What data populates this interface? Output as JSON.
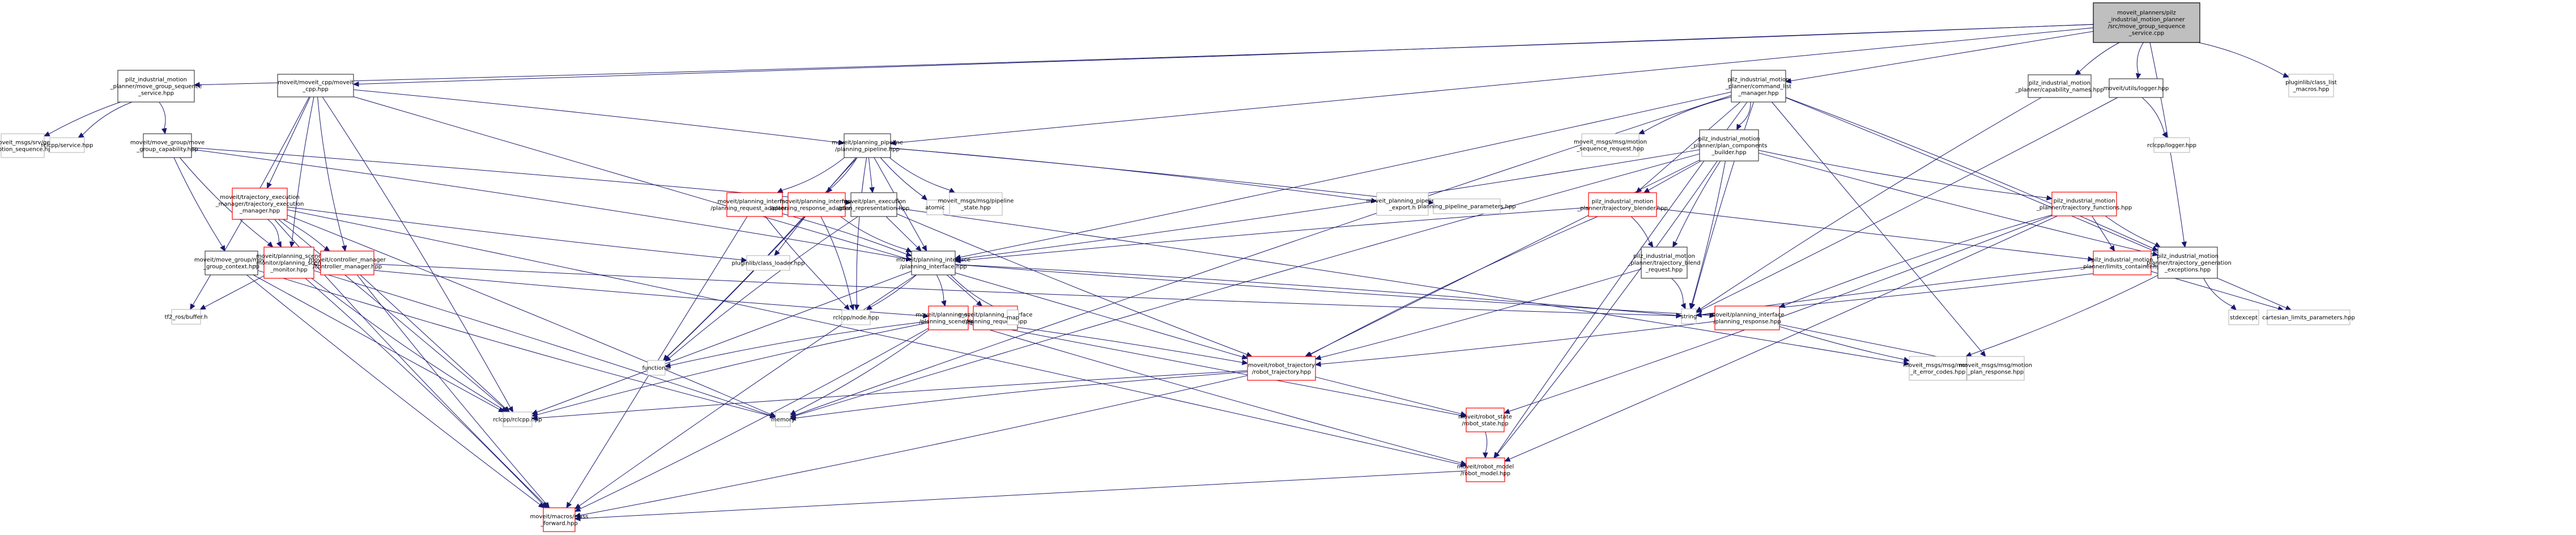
{
  "title": "Include dependency graph for move_group_sequence_service.cpp",
  "colors": {
    "edge": "#191970",
    "root_fill": "#bfbfbf",
    "red_border": "#ff0000",
    "gray_border": "#bfbfbf",
    "normal_border": "#404040"
  },
  "nodes": [
    {
      "id": "root",
      "kind": "root",
      "label": [
        "moveit_planners/pilz",
        "_industrial_motion_planner",
        "/src/move_group_sequence",
        "_service.cpp"
      ]
    },
    {
      "id": "mgss",
      "kind": "normal",
      "label": [
        "pilz_industrial_motion",
        "_planner/move_group_sequence",
        "_service.hpp"
      ]
    },
    {
      "id": "moveit_cpp",
      "kind": "normal",
      "label": [
        "moveit/moveit_cpp/moveit",
        "_cpp.hpp"
      ]
    },
    {
      "id": "cmd_list",
      "kind": "normal",
      "label": [
        "pilz_industrial_motion",
        "_planner/command_list",
        "_manager.hpp"
      ]
    },
    {
      "id": "cap_names",
      "kind": "normal",
      "label": [
        "pilz_industrial_motion",
        "_planner/capability_names.hpp"
      ]
    },
    {
      "id": "logger",
      "kind": "normal",
      "label": [
        "moveit/utils/logger.hpp"
      ]
    },
    {
      "id": "class_list",
      "kind": "gray",
      "label": [
        "pluginlib/class_list",
        "_macros.hpp"
      ]
    },
    {
      "id": "get_motion_seq",
      "kind": "gray",
      "label": [
        "moveit_msgs/srv/get",
        "_motion_sequence.hpp"
      ]
    },
    {
      "id": "service",
      "kind": "gray",
      "label": [
        "rclcpp/service.hpp"
      ]
    },
    {
      "id": "mg_cap",
      "kind": "normal",
      "label": [
        "moveit/move_group/move",
        "_group_capability.hpp"
      ]
    },
    {
      "id": "pp",
      "kind": "normal",
      "label": [
        "moveit/planning_pipeline",
        "/planning_pipeline.hpp"
      ]
    },
    {
      "id": "motion_seq_req",
      "kind": "gray",
      "label": [
        "moveit_msgs/msg/motion",
        "_sequence_request.hpp"
      ]
    },
    {
      "id": "pcb",
      "kind": "normal",
      "label": [
        "pilz_industrial_motion",
        "_planner/plan_components",
        "_builder.hpp"
      ]
    },
    {
      "id": "rclcpp_logger",
      "kind": "gray",
      "label": [
        "rclcpp/logger.hpp"
      ]
    },
    {
      "id": "tem",
      "kind": "red",
      "label": [
        "moveit/trajectory_execution",
        "_manager/trajectory_execution",
        "_manager.hpp"
      ]
    },
    {
      "id": "req_adapter",
      "kind": "red",
      "label": [
        "moveit/planning_interface",
        "/planning_request_adapter.hpp"
      ]
    },
    {
      "id": "resp_adapter",
      "kind": "red",
      "label": [
        "moveit/planning_interface",
        "/planning_response_adapter.hpp"
      ]
    },
    {
      "id": "plan_repr",
      "kind": "normal",
      "label": [
        "moveit/plan_execution",
        "/plan_representation.hpp"
      ]
    },
    {
      "id": "atomic",
      "kind": "gray",
      "label": [
        "atomic"
      ]
    },
    {
      "id": "pipeline_state",
      "kind": "gray",
      "label": [
        "moveit_msgs/msg/pipeline",
        "_state.hpp"
      ]
    },
    {
      "id": "pp_export",
      "kind": "gray",
      "label": [
        "moveit_planning_pipeline",
        "_export.h"
      ]
    },
    {
      "id": "pp_params",
      "kind": "gray",
      "label": [
        "planning_pipeline_parameters.hpp"
      ]
    },
    {
      "id": "traj_blender",
      "kind": "red",
      "label": [
        "pilz_industrial_motion",
        "_planner/trajectory_blender.hpp"
      ]
    },
    {
      "id": "traj_funcs",
      "kind": "red",
      "label": [
        "pilz_industrial_motion",
        "_planner/trajectory_functions.hpp"
      ]
    },
    {
      "id": "mg_context",
      "kind": "normal",
      "label": [
        "moveit/move_group/move",
        "_group_context.hpp"
      ]
    },
    {
      "id": "psm",
      "kind": "red",
      "label": [
        "moveit/planning_scene",
        "_monitor/planning_scene",
        "_monitor.hpp"
      ]
    },
    {
      "id": "ctrl_mgr",
      "kind": "red",
      "label": [
        "moveit/controller_manager",
        "/controller_manager.hpp"
      ]
    },
    {
      "id": "class_loader",
      "kind": "gray",
      "label": [
        "pluginlib/class_loader.hpp"
      ]
    },
    {
      "id": "pi",
      "kind": "normal",
      "label": [
        "moveit/planning_interface",
        "/planning_interface.hpp"
      ]
    },
    {
      "id": "blend_req",
      "kind": "normal",
      "label": [
        "pilz_industrial_motion",
        "_planner/trajectory_blend",
        "_request.hpp"
      ]
    },
    {
      "id": "limits",
      "kind": "red",
      "label": [
        "pilz_industrial_motion",
        "_planner/limits_container.hpp"
      ]
    },
    {
      "id": "tg_exc",
      "kind": "normal",
      "label": [
        "pilz_industrial_motion",
        "_planner/trajectory_generation",
        "_exceptions.hpp"
      ]
    },
    {
      "id": "tf2",
      "kind": "gray",
      "label": [
        "tf2_ros/buffer.h"
      ]
    },
    {
      "id": "node_hpp",
      "kind": "gray",
      "label": [
        "rclcpp/node.hpp"
      ]
    },
    {
      "id": "ps",
      "kind": "red",
      "label": [
        "moveit/planning_scene",
        "/planning_scene.hpp"
      ]
    },
    {
      "id": "plan_req",
      "kind": "red",
      "label": [
        "moveit/planning_interface",
        "/planning_request.hpp"
      ]
    },
    {
      "id": "map",
      "kind": "gray",
      "label": [
        "map"
      ]
    },
    {
      "id": "string",
      "kind": "gray",
      "label": [
        "string"
      ]
    },
    {
      "id": "plan_resp",
      "kind": "red",
      "label": [
        "moveit/planning_interface",
        "/planning_response.hpp"
      ]
    },
    {
      "id": "stdexcept",
      "kind": "gray",
      "label": [
        "stdexcept"
      ]
    },
    {
      "id": "cart_limits",
      "kind": "gray",
      "label": [
        "cartesian_limits_parameters.hpp"
      ]
    },
    {
      "id": "functional",
      "kind": "gray",
      "label": [
        "functional"
      ]
    },
    {
      "id": "robot_traj",
      "kind": "red",
      "label": [
        "moveit/robot_trajectory",
        "/robot_trajectory.hpp"
      ]
    },
    {
      "id": "move_it_err",
      "kind": "gray",
      "label": [
        "moveit_msgs/msg/move",
        "_it_error_codes.hpp"
      ]
    },
    {
      "id": "motion_plan_resp",
      "kind": "gray",
      "label": [
        "moveit_msgs/msg/motion",
        "_plan_response.hpp"
      ]
    },
    {
      "id": "rclcpp",
      "kind": "gray",
      "label": [
        "rclcpp/rclcpp.hpp"
      ]
    },
    {
      "id": "memory",
      "kind": "gray",
      "label": [
        "memory"
      ]
    },
    {
      "id": "robot_state",
      "kind": "red",
      "label": [
        "moveit/robot_state",
        "/robot_state.hpp"
      ]
    },
    {
      "id": "robot_model",
      "kind": "red",
      "label": [
        "moveit/robot_model",
        "/robot_model.hpp"
      ]
    },
    {
      "id": "class_fwd",
      "kind": "red",
      "label": [
        "moveit/macros/class",
        "_forward.hpp"
      ]
    }
  ],
  "edges": [
    [
      "root",
      "mgss"
    ],
    [
      "root",
      "moveit_cpp"
    ],
    [
      "root",
      "cmd_list"
    ],
    [
      "root",
      "cap_names"
    ],
    [
      "root",
      "logger"
    ],
    [
      "root",
      "class_list"
    ],
    [
      "root",
      "tg_exc"
    ],
    [
      "root",
      "pp"
    ],
    [
      "mgss",
      "get_motion_seq"
    ],
    [
      "mgss",
      "service"
    ],
    [
      "mgss",
      "mg_cap"
    ],
    [
      "moveit_cpp",
      "pp"
    ],
    [
      "moveit_cpp",
      "tem"
    ],
    [
      "moveit_cpp",
      "psm"
    ],
    [
      "moveit_cpp",
      "ctrl_mgr"
    ],
    [
      "moveit_cpp",
      "rclcpp"
    ],
    [
      "moveit_cpp",
      "tf2"
    ],
    [
      "moveit_cpp",
      "robot_traj"
    ],
    [
      "mg_cap",
      "mg_context"
    ],
    [
      "mg_cap",
      "psm"
    ],
    [
      "mg_cap",
      "pi"
    ],
    [
      "mg_cap",
      "plan_repr"
    ],
    [
      "mg_context",
      "rclcpp"
    ],
    [
      "mg_context",
      "class_fwd"
    ],
    [
      "mg_context",
      "memory"
    ],
    [
      "tem",
      "psm"
    ],
    [
      "tem",
      "ctrl_mgr"
    ],
    [
      "tem",
      "rclcpp"
    ],
    [
      "tem",
      "class_loader"
    ],
    [
      "tem",
      "class_fwd"
    ],
    [
      "tem",
      "robot_model"
    ],
    [
      "tem",
      "memory"
    ],
    [
      "psm",
      "tf2"
    ],
    [
      "psm",
      "ps"
    ],
    [
      "psm",
      "rclcpp"
    ],
    [
      "psm",
      "class_fwd"
    ],
    [
      "psm",
      "memory"
    ],
    [
      "ctrl_mgr",
      "rclcpp"
    ],
    [
      "ctrl_mgr",
      "class_fwd"
    ],
    [
      "ctrl_mgr",
      "string"
    ],
    [
      "pp",
      "req_adapter"
    ],
    [
      "pp",
      "resp_adapter"
    ],
    [
      "pp",
      "plan_repr"
    ],
    [
      "pp",
      "atomic"
    ],
    [
      "pp",
      "pipeline_state"
    ],
    [
      "pp",
      "pp_export"
    ],
    [
      "pp",
      "pp_params"
    ],
    [
      "pp",
      "pi"
    ],
    [
      "pp",
      "class_loader"
    ],
    [
      "pp",
      "node_hpp"
    ],
    [
      "pp",
      "functional"
    ],
    [
      "req_adapter",
      "pi"
    ],
    [
      "req_adapter",
      "class_fwd"
    ],
    [
      "req_adapter",
      "node_hpp"
    ],
    [
      "resp_adapter",
      "pi"
    ],
    [
      "resp_adapter",
      "node_hpp"
    ],
    [
      "resp_adapter",
      "functional"
    ],
    [
      "plan_repr",
      "pi"
    ],
    [
      "plan_repr",
      "robot_traj"
    ],
    [
      "plan_repr",
      "functional"
    ],
    [
      "plan_repr",
      "move_it_err"
    ],
    [
      "pi",
      "ps"
    ],
    [
      "pi",
      "plan_req"
    ],
    [
      "pi",
      "plan_resp"
    ],
    [
      "pi",
      "map"
    ],
    [
      "pi",
      "string"
    ],
    [
      "pi",
      "node_hpp"
    ],
    [
      "pi",
      "rclcpp"
    ],
    [
      "pi",
      "class_fwd"
    ],
    [
      "ps",
      "functional"
    ],
    [
      "ps",
      "memory"
    ],
    [
      "ps",
      "robot_traj"
    ],
    [
      "ps",
      "robot_state"
    ],
    [
      "ps",
      "robot_model"
    ],
    [
      "ps",
      "rclcpp"
    ],
    [
      "ps",
      "class_fwd"
    ],
    [
      "plan_resp",
      "robot_traj"
    ],
    [
      "plan_resp",
      "motion_plan_resp"
    ],
    [
      "plan_resp",
      "move_it_err"
    ],
    [
      "cmd_list",
      "motion_seq_req"
    ],
    [
      "cmd_list",
      "pcb"
    ],
    [
      "cmd_list",
      "pi"
    ],
    [
      "cmd_list",
      "traj_blender"
    ],
    [
      "cmd_list",
      "string"
    ],
    [
      "cmd_list",
      "memory"
    ],
    [
      "cmd_list",
      "tg_exc"
    ],
    [
      "cmd_list",
      "cart_limits"
    ],
    [
      "cmd_list",
      "motion_plan_resp"
    ],
    [
      "cmd_list",
      "robot_model"
    ],
    [
      "cap_names",
      "string"
    ],
    [
      "logger",
      "rclcpp_logger"
    ],
    [
      "logger",
      "string"
    ],
    [
      "pcb",
      "traj_blender"
    ],
    [
      "pcb",
      "blend_req"
    ],
    [
      "pcb",
      "traj_funcs"
    ],
    [
      "pcb",
      "pi"
    ],
    [
      "pcb",
      "string"
    ],
    [
      "pcb",
      "robot_traj"
    ],
    [
      "pcb",
      "tg_exc"
    ],
    [
      "pcb",
      "memory"
    ],
    [
      "pcb",
      "robot_model"
    ],
    [
      "traj_blender",
      "blend_req"
    ],
    [
      "traj_blender",
      "limits"
    ],
    [
      "traj_blender",
      "pi"
    ],
    [
      "traj_blender",
      "robot_traj"
    ],
    [
      "blend_req",
      "string"
    ],
    [
      "blend_req",
      "robot_traj"
    ],
    [
      "traj_funcs",
      "limits"
    ],
    [
      "traj_funcs",
      "tg_exc"
    ],
    [
      "traj_funcs",
      "plan_resp"
    ],
    [
      "traj_funcs",
      "robot_state"
    ],
    [
      "traj_funcs",
      "robot_model"
    ],
    [
      "limits",
      "cart_limits"
    ],
    [
      "limits",
      "string"
    ],
    [
      "tg_exc",
      "stdexcept"
    ],
    [
      "tg_exc",
      "move_it_err"
    ],
    [
      "tg_exc",
      "string"
    ],
    [
      "robot_traj",
      "robot_state"
    ],
    [
      "robot_traj",
      "rclcpp"
    ],
    [
      "robot_traj",
      "memory"
    ],
    [
      "robot_traj",
      "class_fwd"
    ],
    [
      "robot_state",
      "robot_model"
    ],
    [
      "robot_model",
      "class_fwd"
    ]
  ]
}
